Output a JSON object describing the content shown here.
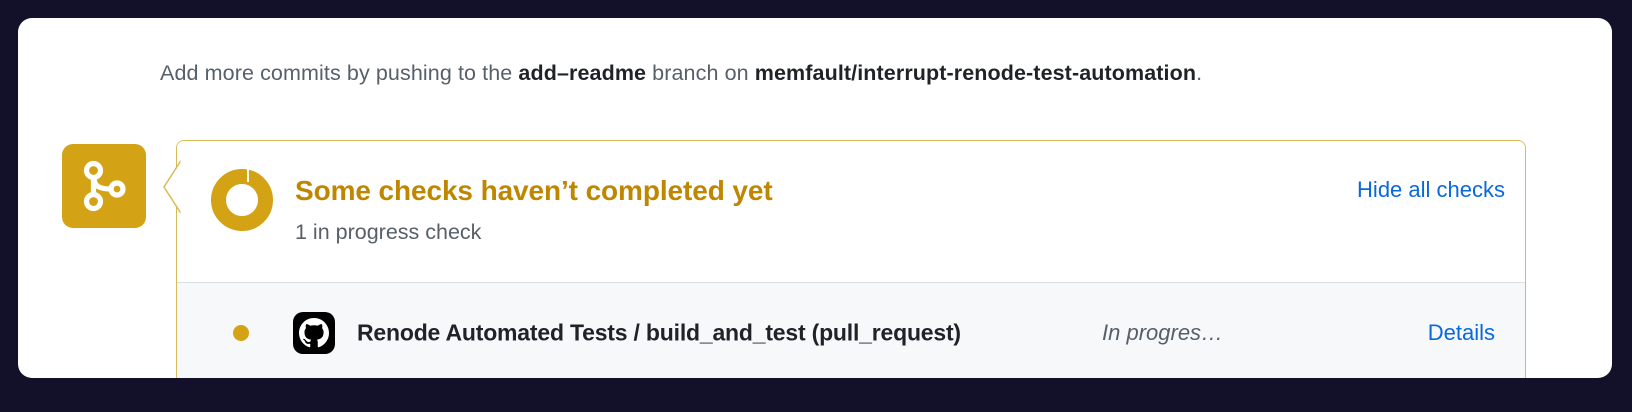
{
  "theme": {
    "page_background": "#131129",
    "card_background": "#ffffff",
    "accent_yellow": "#d4a215",
    "title_yellow": "#bf8700",
    "link_blue": "#0969da",
    "muted_text": "#57606a",
    "strong_text": "#1f2328",
    "panel_border": "#d9bb56",
    "row_background": "#f6f8fa",
    "divider": "#d8dee4"
  },
  "commit_notice": {
    "lead": "Add more commits by pushing to the ",
    "branch": "add–readme",
    "middle": " branch on ",
    "repository": "memfault/interrupt-renode-test-automation",
    "trailing": "."
  },
  "branch_avatar": {
    "icon": "git-branch-icon"
  },
  "checks_panel": {
    "status_icon": "in-progress-spinner-icon",
    "title": "Some checks haven’t completed yet",
    "subtitle": "1 in progress check",
    "hide_all_label": "Hide all checks",
    "rows": [
      {
        "dot_icon": "status-dot-pending-icon",
        "provider_icon": "github-actions-icon",
        "name": "Renode Automated Tests / build_and_test (pull_request)",
        "status": "In progres…",
        "details_label": "Details"
      }
    ]
  }
}
